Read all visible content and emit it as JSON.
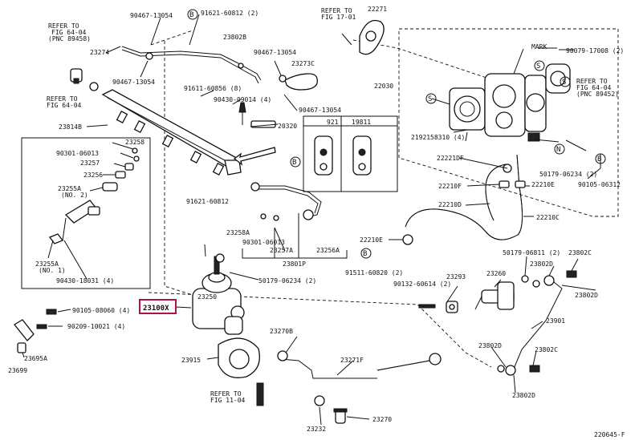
{
  "diagram_code": "220645-F",
  "highlight_part": "23100X",
  "labels": [
    "REFER TO",
    "FIG 64-04",
    "(PNC 89458)",
    "90467-13054",
    "91621-60812 (2)",
    "23802B",
    "22271",
    "23274",
    "90467-13054",
    "23273C",
    "90467-13054",
    "REFER TO",
    "FIG 17-01",
    "22030",
    "REFER TO",
    "FIG 64-04",
    "91611-60856 (8)",
    "90430-09014 (4)",
    "90467-13054",
    "MARK",
    "90079-17008 (2)",
    "REFER TO",
    "FIG 64-04",
    "(PNC 89452)",
    "23814B",
    "20320",
    "921",
    "19811",
    "21921",
    "58310 (4)",
    "23258",
    "90301-06013",
    "23257",
    "23256",
    "23255A",
    "(NO. 2)",
    "22221DF",
    "50179-06234 (2)",
    "90105-06312",
    "22210F",
    "22210E",
    "22210D",
    "22210C",
    "91621-60812",
    "23258A",
    "90301-06013",
    "23257A",
    "23256A",
    "23801P",
    "23255A",
    "(NO. 1)",
    "90430-18031 (4)",
    "22210E",
    "91511-60820 (2)",
    "50179-06234 (2)",
    "50179-06811 (2)",
    "23802D",
    "23802C",
    "23250",
    "90132-60614 (2)",
    "23293",
    "23260",
    "23802D",
    "90105-08060 (4)",
    "23100X",
    "90209-10021 (4)",
    "23901",
    "23695A",
    "23270B",
    "23802D",
    "23802C",
    "23699",
    "23915",
    "23271F",
    "REFER TO",
    "FIG 11-04",
    "23802D",
    "23232",
    "23270",
    "B",
    "B",
    "B",
    "B",
    "N",
    "S",
    "S",
    "S"
  ]
}
